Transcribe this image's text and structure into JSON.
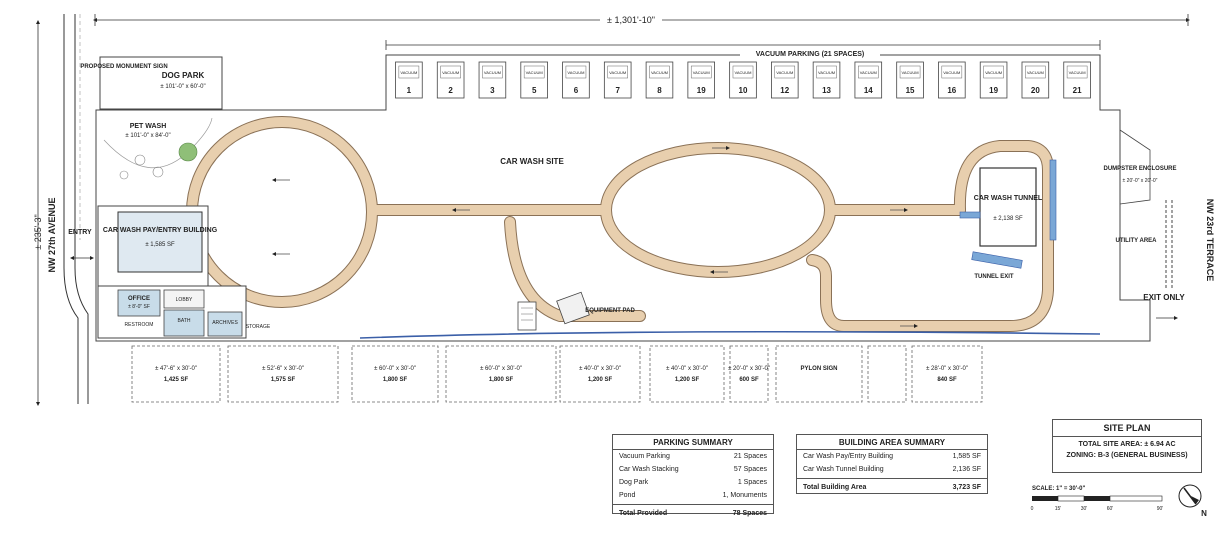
{
  "overall_width": "± 1,301'-10\"",
  "overall_depth": "± 235'-3\"",
  "streets": {
    "left": "NW 27th AVENUE",
    "right": "NW 23rd TERRACE"
  },
  "entry": "ENTRY",
  "exit": "EXIT ONLY",
  "vacuum": {
    "title": "VACUUM PARKING (21 SPACES)",
    "space_label": "VACUUM",
    "numbers": [
      "1",
      "2",
      "3",
      "5",
      "6",
      "7",
      "8",
      "19",
      "10",
      "12",
      "13",
      "14",
      "15",
      "16",
      "19",
      "20",
      "21"
    ]
  },
  "labels": {
    "monument_sign": "PROPOSED MONUMENT SIGN",
    "dog_park": "DOG PARK",
    "dog_park_size": "± 101'-0\" x 60'-0\"",
    "pet_wash": "PET WASH",
    "pet_wash_size": "± 101'-0\" x 84'-0\"",
    "car_wash_site": "CAR WASH SITE",
    "pay_building": "CAR WASH PAY/ENTRY BUILDING",
    "pay_building_area": "± 1,585 SF",
    "tunnel": "CAR WASH TUNNEL",
    "tunnel_area": "± 2,138 SF",
    "tunnel_exit": "TUNNEL EXIT",
    "equipment_pad": "EQUIPMENT PAD",
    "dumpster": "DUMPSTER ENCLOSURE",
    "dumpster_size": "± 20'-0\" x 20'-0\"",
    "utility_area": "UTILITY AREA",
    "office": "OFFICE",
    "office_size": "± 8'-0\" SF",
    "rooms": [
      "LOBBY",
      "BATH",
      "ARCHIVES",
      "RESTROOM",
      "STORAGE"
    ]
  },
  "outparcels": [
    {
      "size": "± 47'-6\" x 30'-0\"",
      "area": "1,425 SF"
    },
    {
      "size": "± 52'-6\" x 30'-0\"",
      "area": "1,575 SF"
    },
    {
      "size": "± 60'-0\" x 30'-0\"",
      "area": "1,800 SF"
    },
    {
      "size": "± 60'-0\" x 30'-0\"",
      "area": "1,800 SF"
    },
    {
      "size": "± 40'-0\" x 30'-0\"",
      "area": "1,200 SF"
    },
    {
      "size": "± 40'-0\" x 30'-0\"",
      "area": "1,200 SF"
    },
    {
      "size": "± 20'-0\" x 30'-0\"",
      "area": "600 SF"
    },
    {
      "size": "PYLON SIGN",
      "area": ""
    },
    {
      "size": "",
      "area": ""
    },
    {
      "size": "± 28'-0\" x 30'-0\"",
      "area": "840 SF"
    }
  ],
  "parking_summary": {
    "title": "PARKING SUMMARY",
    "rows": [
      {
        "label": "Vacuum Parking",
        "value": "21 Spaces"
      },
      {
        "label": "Car Wash Stacking",
        "value": "57 Spaces"
      },
      {
        "label": "Dog Park",
        "value": "1 Spaces"
      },
      {
        "label": "Pond",
        "value": "1, Monuments"
      }
    ],
    "total_label": "Total Provided",
    "total_value": "78 Spaces"
  },
  "building_summary": {
    "title": "BUILDING AREA SUMMARY",
    "rows": [
      {
        "label": "Car Wash Pay/Entry Building",
        "value": "1,585 SF"
      },
      {
        "label": "Car Wash Tunnel Building",
        "value": "2,136 SF"
      }
    ],
    "total_label": "Total Building Area",
    "total_value": "3,723 SF"
  },
  "site_plan": {
    "title": "SITE PLAN",
    "total_area": "TOTAL SITE AREA: ± 6.94 AC",
    "zoning": "ZONING: B-3 (GENERAL BUSINESS)"
  },
  "scale": {
    "label": "SCALE:  1\" = 30'-0\"",
    "ticks": [
      "0",
      "15'",
      "30'",
      "60'",
      "90'"
    ]
  },
  "north": "N",
  "colors": {
    "drive": "#e8cfae",
    "drive_edge": "#8a7156",
    "building_fill": "#c8dce9",
    "building_line": "#444444",
    "water": "#3b5fa8"
  }
}
